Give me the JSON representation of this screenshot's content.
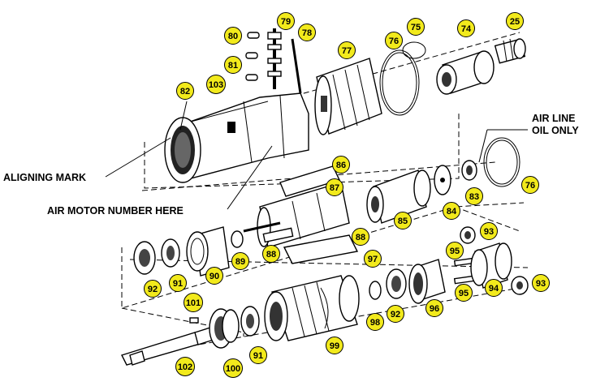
{
  "labels": {
    "aligning_mark": "ALIGNING MARK",
    "air_motor_number": "AIR MOTOR NUMBER HERE",
    "air_line_1": "AIR LINE",
    "air_line_2": "OIL ONLY"
  },
  "balloon_color": "#f2ea1c",
  "balloons": [
    "80",
    "79",
    "78",
    "75",
    "74",
    "25",
    "81",
    "76",
    "77",
    "82",
    "103",
    "86",
    "87",
    "83",
    "76",
    "84",
    "85",
    "88",
    "88",
    "93",
    "95",
    "92",
    "91",
    "90",
    "89",
    "97",
    "94",
    "93",
    "95",
    "92",
    "96",
    "98",
    "101",
    "100",
    "91",
    "99",
    "102"
  ]
}
